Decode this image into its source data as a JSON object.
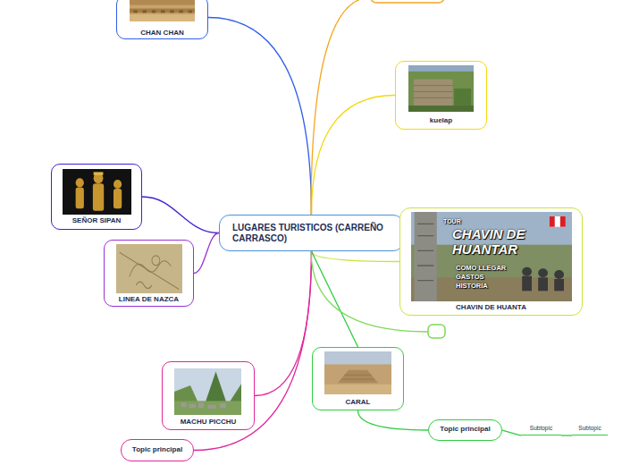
{
  "diagram": {
    "nodes": [
      {
        "text": [
          "LUGARES TURISTICOS (CARREÑO CARRASCO)"
        ]
      },
      {
        "text": [
          "CHAN CHAN"
        ]
      },
      {
        "text": [
          "kuelap"
        ]
      },
      {
        "text": [
          "SEÑOR SIPAN"
        ]
      },
      {
        "text": [
          "CHAVIN DE HUANTA"
        ]
      },
      {
        "text": [
          "LINEA DE NAZCA"
        ]
      },
      {
        "text": [
          "CARAL"
        ]
      },
      {
        "text": [
          "MACHU PICCHU"
        ]
      },
      {
        "text": [
          "Topic principal"
        ]
      },
      {
        "text": [
          "Subtopic"
        ]
      },
      {
        "text": [
          "Subtopic"
        ]
      },
      {
        "text": [
          "Topic principal"
        ]
      }
    ],
    "edges": [
      {
        "from": 0,
        "to": 1,
        "arrow": "none"
      },
      {
        "from": 0,
        "to": 2,
        "arrow": "none"
      },
      {
        "from": 0,
        "to": 3,
        "arrow": "none"
      },
      {
        "from": 0,
        "to": 4,
        "arrow": "none"
      },
      {
        "from": 0,
        "to": 5,
        "arrow": "none"
      },
      {
        "from": 0,
        "to": 6,
        "arrow": "none"
      },
      {
        "from": 0,
        "to": 7,
        "arrow": "none"
      },
      {
        "from": 0,
        "to": 11,
        "arrow": "none"
      },
      {
        "from": 6,
        "to": 8,
        "arrow": "none"
      },
      {
        "from": 8,
        "to": 9,
        "arrow": "none"
      },
      {
        "from": 9,
        "to": 10,
        "arrow": "none"
      }
    ],
    "labels": [
      "TOUR",
      "CHAVIN DE HUANTAR",
      "COMO LLEGAR",
      "GASTOS",
      "HISTORIA"
    ]
  }
}
